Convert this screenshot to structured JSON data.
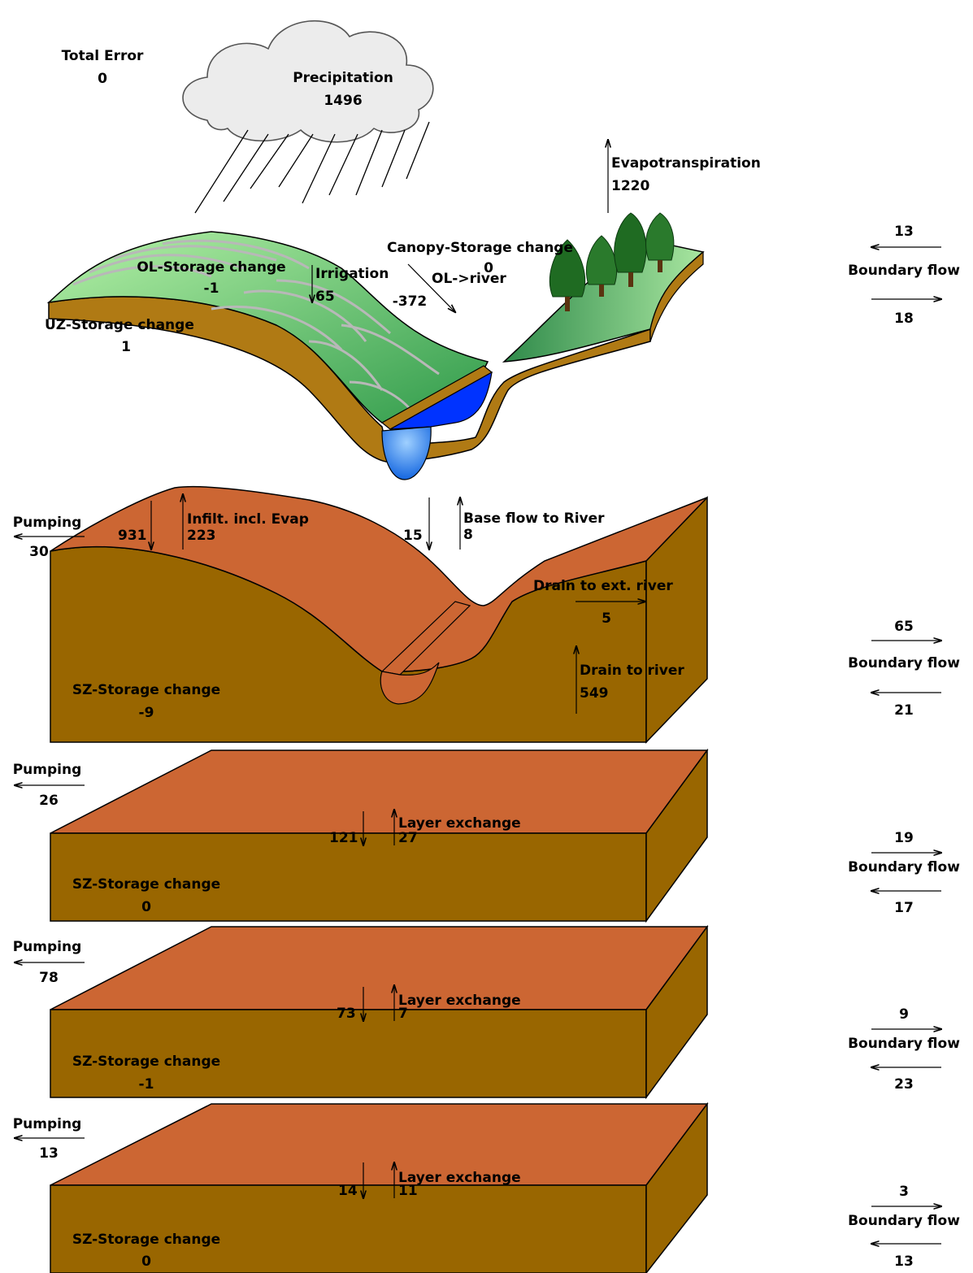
{
  "colors": {
    "background": "#ffffff",
    "grass_light": "#b6f2a8",
    "grass_dark": "#2f9a4a",
    "soil_tan": "#b07a14",
    "layer_top": "#cc6633",
    "layer_side": "#996600",
    "river_blue": "#0033ff",
    "river_light": "#5fa6ff",
    "cloud": "#e8e8e8",
    "tree": "#1f6b22"
  },
  "icons": [
    "cloud-icon",
    "rain-icon",
    "tree-icon",
    "river-icon"
  ],
  "total_error": {
    "label": "Total Error",
    "value": "0"
  },
  "precipitation": {
    "label": "Precipitation",
    "value": "1496"
  },
  "evapotranspiration": {
    "label": "Evapotranspiration",
    "value": "1220"
  },
  "surface": {
    "ol_storage": {
      "label": "OL-Storage change",
      "value": "-1"
    },
    "irrigation": {
      "label": "Irrigation",
      "value": "65"
    },
    "canopy_storage": {
      "label": "Canopy-Storage change",
      "value": "0"
    },
    "ol_river": {
      "label": "OL->river",
      "value": "-372"
    },
    "uz_storage": {
      "label": "UZ-Storage change",
      "value": "1"
    },
    "boundary": {
      "label": "Boundary flow",
      "in_value": "13",
      "out_value": "18"
    }
  },
  "sz_top": {
    "pumping": {
      "label": "Pumping",
      "value": "30"
    },
    "infiltration": {
      "label": "Infilt. incl. Evap",
      "down_value": "931",
      "up_value": "223"
    },
    "base_flow": {
      "label": "Base flow to River",
      "down_value": "15",
      "up_value": "8"
    },
    "drain_ext": {
      "label": "Drain to ext. river",
      "value": "5"
    },
    "drain_river": {
      "label": "Drain to river",
      "value": "549"
    },
    "storage": {
      "label": "SZ-Storage change",
      "value": "-9"
    },
    "boundary": {
      "label": "Boundary flow",
      "top_value": "65",
      "bottom_value": "21"
    }
  },
  "layers": [
    {
      "pumping": {
        "label": "Pumping",
        "value": "26"
      },
      "exchange": {
        "label": "Layer exchange",
        "down_value": "121",
        "up_value": "27"
      },
      "storage": {
        "label": "SZ-Storage change",
        "value": "0"
      },
      "boundary": {
        "label": "Boundary flow",
        "top_value": "19",
        "bottom_value": "17"
      }
    },
    {
      "pumping": {
        "label": "Pumping",
        "value": "78"
      },
      "exchange": {
        "label": "Layer exchange",
        "down_value": "73",
        "up_value": "7"
      },
      "storage": {
        "label": "SZ-Storage change",
        "value": "-1"
      },
      "boundary": {
        "label": "Boundary flow",
        "top_value": "9",
        "bottom_value": "23"
      }
    },
    {
      "pumping": {
        "label": "Pumping",
        "value": "13"
      },
      "exchange": {
        "label": "Layer exchange",
        "down_value": "14",
        "up_value": "11"
      },
      "storage": {
        "label": "SZ-Storage change",
        "value": "0"
      },
      "boundary": {
        "label": "Boundary flow",
        "top_value": "3",
        "bottom_value": "13"
      }
    }
  ]
}
